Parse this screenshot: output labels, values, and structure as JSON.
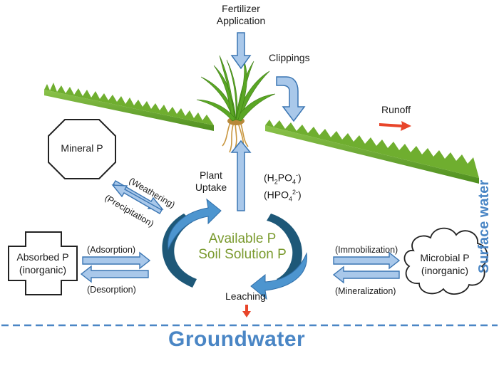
{
  "labels": {
    "fertilizer": "Fertilizer Application",
    "clippings": "Clippings",
    "runoff": "Runoff",
    "surface_water": "Surface water",
    "mineral_p": "Mineral P",
    "weathering": "(Weathering)",
    "precipitation": "(Precipitation)",
    "plant_uptake": "Plant Uptake",
    "h2po4": "(H2PO4-)",
    "hpo4": "(HPO42-)",
    "available_p": "Available P",
    "soil_solution_p": "Soil Solution P",
    "absorbed_p": "Absorbed P",
    "absorbed_inorganic": "(inorganic)",
    "adsorption": "(Adsorption)",
    "desorption": "(Desorption)",
    "microbial_p": "Microbial P",
    "microbial_inorganic": "(inorganic)",
    "immobilization": "(Immobilization)",
    "mineralization": "(Mineralization)",
    "leaching": "Leaching",
    "groundwater": "Groundwater"
  },
  "colors": {
    "arrow_fill": "#a9c8ea",
    "arrow_stroke": "#3b76b3",
    "cycle_dark": "#1e5878",
    "cycle_light": "#4d95cf",
    "available_text": "#7a9a2e",
    "blue_text": "#4a86c5",
    "runoff_arrow": "#e8452a",
    "grass": "#6fae2f"
  },
  "icons": {
    "plant": "grass-plant-icon",
    "mineral": "octagon-icon",
    "absorbed": "cross-shape-icon",
    "microbial": "cloud-icon"
  }
}
